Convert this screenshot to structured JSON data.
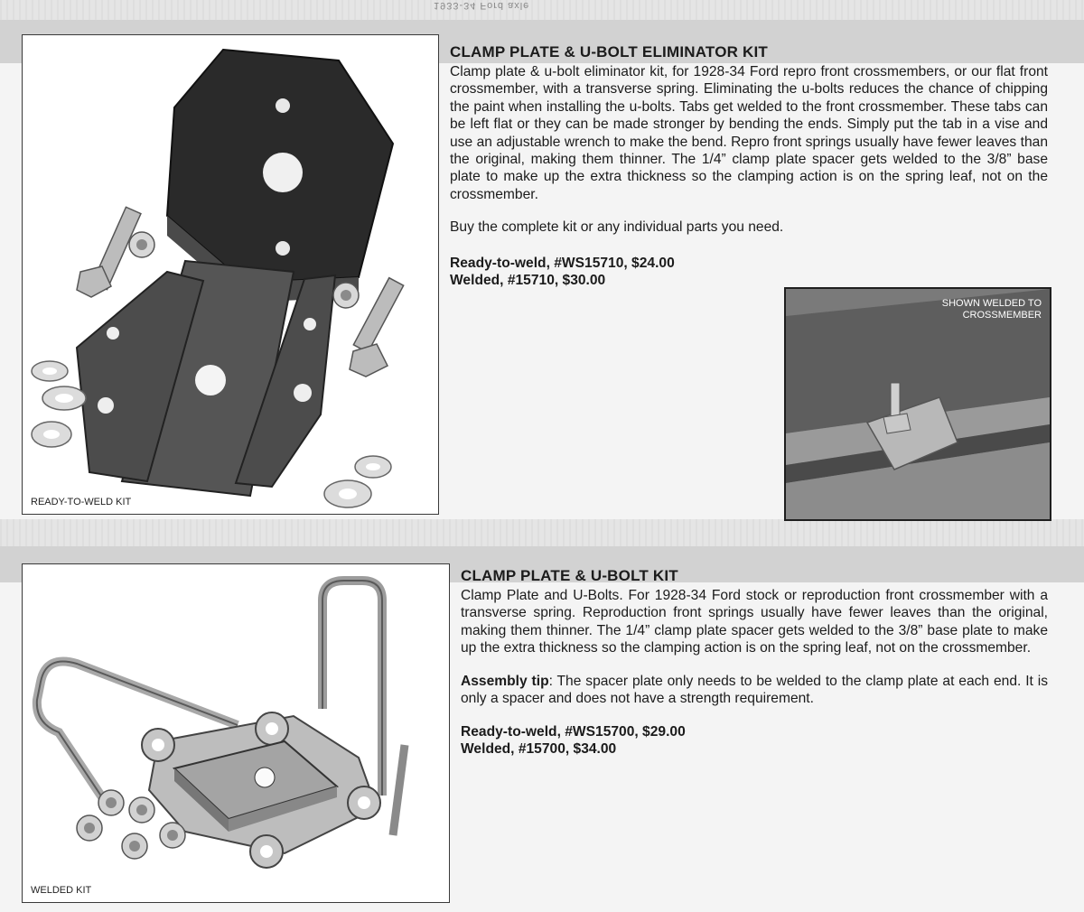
{
  "bleed_text": "1933-34 Ford axle",
  "product_1": {
    "title": "CLAMP PLATE & U-BOLT ELIMINATOR KIT",
    "description": "Clamp plate & u-bolt eliminator kit, for 1928-34 Ford repro front crossmembers, or our flat front crossmember, with a transverse spring. Eliminating the u-bolts reduces the chance of chipping the paint when installing the u-bolts. Tabs get welded to the front crossmember. These tabs can be left flat or they can be made stronger by bending the ends. Simply put the tab in a vise and use an adjustable wrench to make the bend. Repro front springs usually have fewer leaves than the original, making them thinner. The 1/4” clamp plate spacer gets welded to the 3/8” base plate to make up the extra thickness so the clamping action is on the spring leaf, not on the crossmember.",
    "note": "Buy the complete kit or any individual parts you need.",
    "price_ready": "Ready-to-weld, #WS15710, $24.00",
    "price_welded": "Welded, #15710, $30.00",
    "photo_caption": "READY-TO-WELD KIT",
    "inset_caption_line1": "SHOWN WELDED TO",
    "inset_caption_line2": "CROSSMEMBER"
  },
  "product_2": {
    "title": "CLAMP PLATE & U-BOLT KIT",
    "description": "Clamp Plate and U-Bolts. For 1928-34 Ford stock or reproduction front crossmember with a transverse spring. Reproduction front springs usually have fewer leaves than the original, making them thinner. The 1/4” clamp plate spacer gets welded to the 3/8” base plate to make up the extra thickness so the clamping action is on the spring leaf, not on the crossmember.",
    "tip_label": "Assembly tip",
    "tip_text": ": The spacer plate only needs to be welded to the clamp plate at each end. It is only a spacer and does not have a strength requirement.",
    "price_ready": "Ready-to-weld, #WS15700, $29.00",
    "price_welded": "Welded, #15700, $34.00",
    "photo_caption": "WELDED KIT"
  },
  "colors": {
    "panel": "#f4f4f4",
    "band": "#d2d2d2",
    "text": "#1b1b1b"
  }
}
